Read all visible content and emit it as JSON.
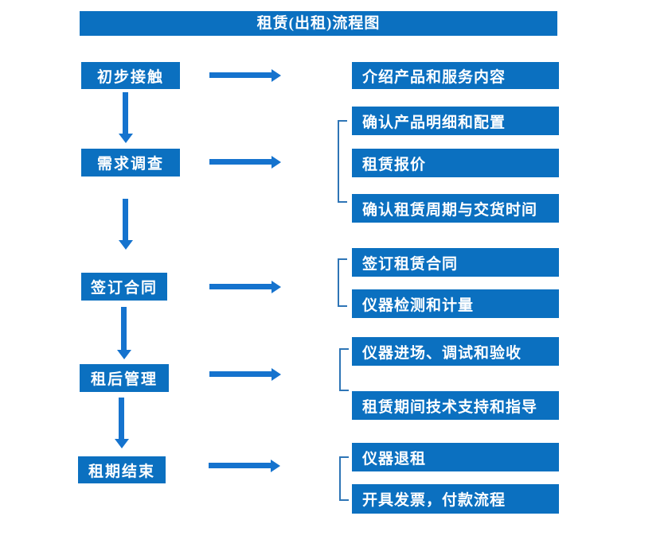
{
  "title": "租赁(出租)流程图",
  "colors": {
    "box_blue": "#0b70c0",
    "arrow_blue": "#1573ce",
    "bracket_blue": "#2e75b6",
    "text_white": "#ffffff"
  },
  "steps": [
    {
      "label": "初步接触"
    },
    {
      "label": "需求调查"
    },
    {
      "label": "签订合同"
    },
    {
      "label": "租后管理"
    },
    {
      "label": "租期结束"
    }
  ],
  "details": [
    {
      "items": [
        "介绍产品和服务内容"
      ]
    },
    {
      "items": [
        "确认产品明细和配置",
        "租赁报价",
        "确认租赁周期与交货时间"
      ]
    },
    {
      "items": [
        "签订租赁合同",
        "仪器检测和计量"
      ]
    },
    {
      "items": [
        "仪器进场、调试和验收",
        "租赁期间技术支持和指导"
      ]
    },
    {
      "items": [
        "仪器退租",
        "开具发票，付款流程"
      ]
    }
  ]
}
